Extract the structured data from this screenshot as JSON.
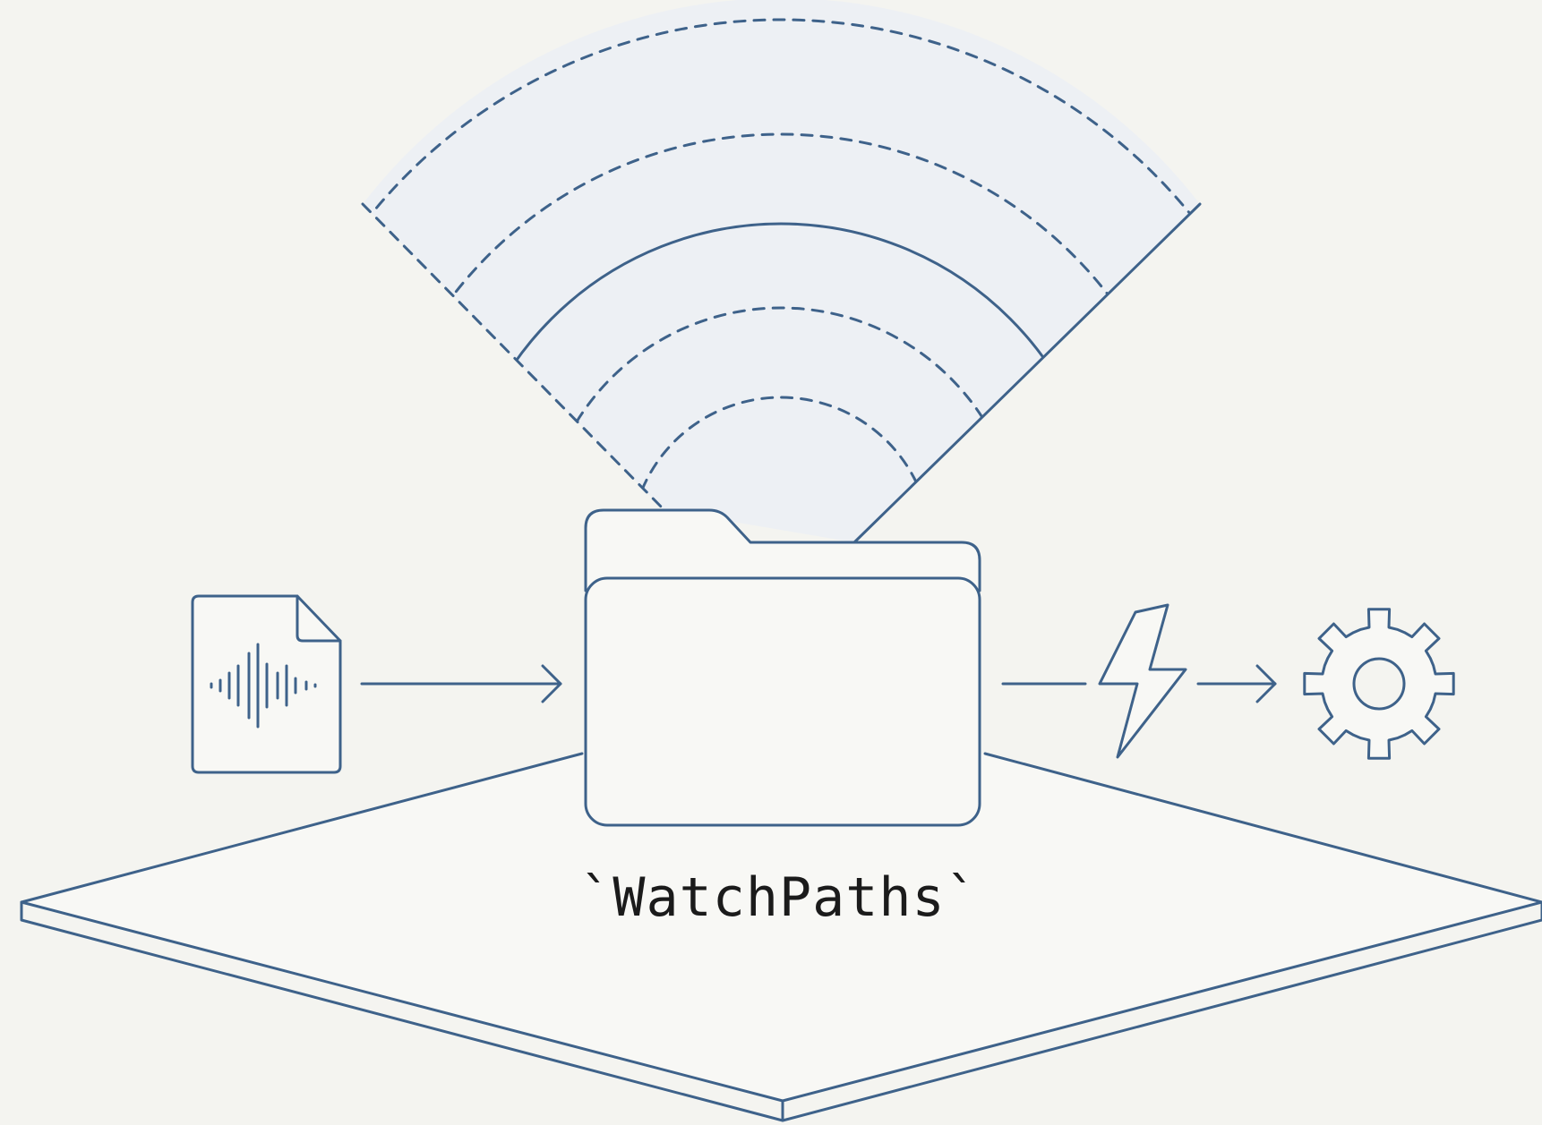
{
  "diagram": {
    "label": "`WatchPaths`",
    "colors": {
      "background": "#f4f4f0",
      "line": "#3e628a",
      "fill": "#edf0f4",
      "text": "#1b1b1b"
    },
    "icons": {
      "source": "audio-file-icon",
      "watched": "folder-icon",
      "trigger": "lightning-bolt-icon",
      "action": "gear-icon",
      "scope": "signal-cone",
      "base": "platform"
    }
  }
}
